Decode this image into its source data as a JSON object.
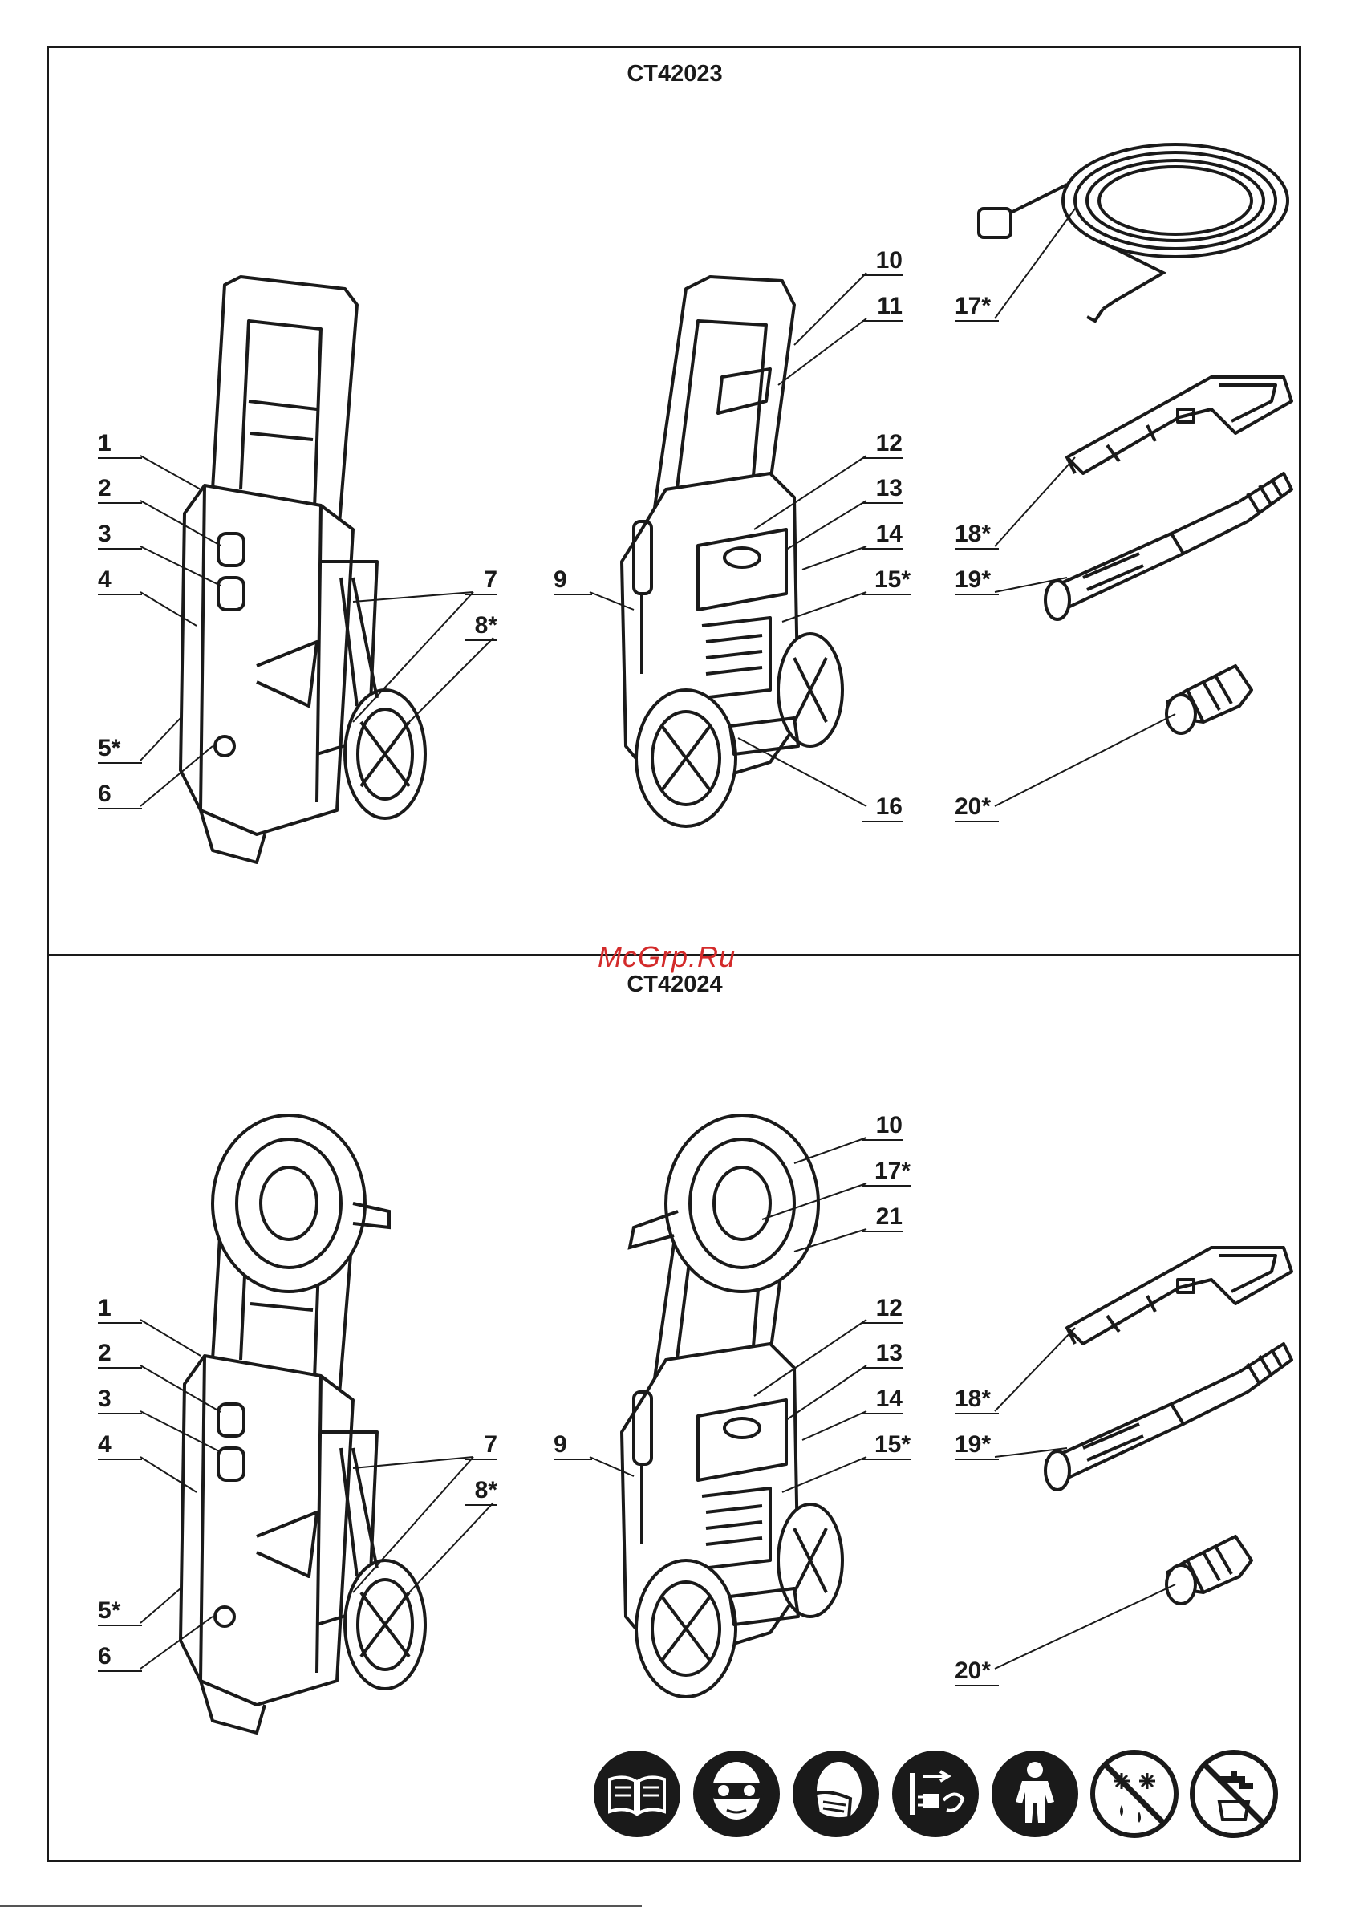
{
  "watermark": "McGrp.Ru",
  "sections": [
    {
      "model": "CT42023",
      "labels": [
        "1",
        "2",
        "3",
        "4",
        "5*",
        "6",
        "7",
        "8*",
        "9",
        "10",
        "11",
        "12",
        "13",
        "14",
        "15*",
        "16",
        "17*",
        "18*",
        "19*",
        "20*"
      ]
    },
    {
      "model": "CT42024",
      "labels": [
        "1",
        "2",
        "3",
        "4",
        "5*",
        "6",
        "7",
        "8*",
        "9",
        "10",
        "17*",
        "21",
        "12",
        "13",
        "14",
        "15*",
        "18*",
        "19*",
        "20*"
      ]
    }
  ],
  "safety_icons": [
    "manual-book-icon",
    "safety-goggles-icon",
    "respirator-mask-icon",
    "unplug-before-service-icon",
    "protective-clothing-icon",
    "no-frost-icon",
    "no-drinking-water-tap-icon"
  ]
}
